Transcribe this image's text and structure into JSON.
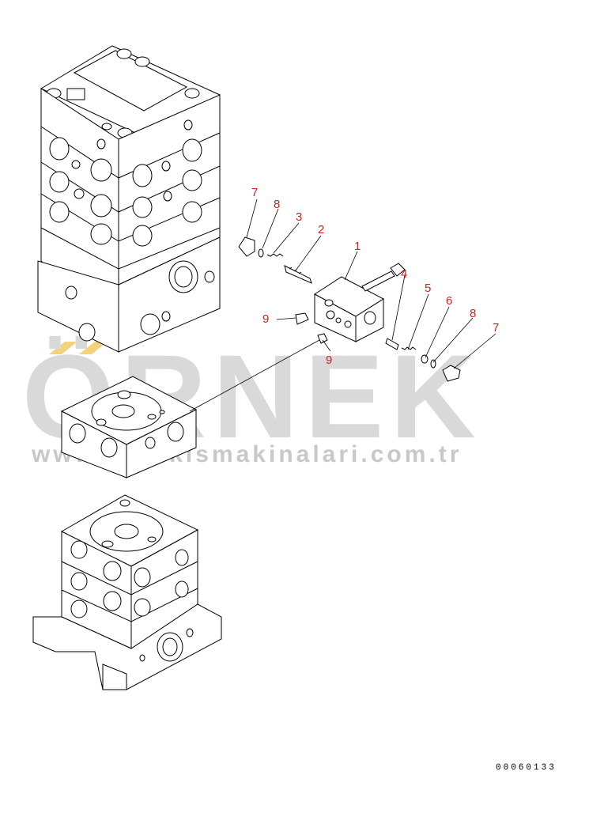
{
  "watermark": {
    "brand": "ÖRNEK",
    "url": "www.ornekismakinalari.com.tr"
  },
  "document_number": "00060133",
  "callouts": [
    {
      "id": "c7a",
      "label": "7"
    },
    {
      "id": "c8a",
      "label": "8"
    },
    {
      "id": "c3",
      "label": "3"
    },
    {
      "id": "c2",
      "label": "2"
    },
    {
      "id": "c1",
      "label": "1"
    },
    {
      "id": "c4",
      "label": "4"
    },
    {
      "id": "c5",
      "label": "5"
    },
    {
      "id": "c6",
      "label": "6"
    },
    {
      "id": "c8b",
      "label": "8"
    },
    {
      "id": "c7b",
      "label": "7"
    },
    {
      "id": "c9a",
      "label": "9"
    },
    {
      "id": "c9b",
      "label": "9"
    }
  ],
  "colors": {
    "callout": "#d21e1e",
    "watermark": "#d9d9d9",
    "watermark_accent": "#f2d27a",
    "line": "#000000"
  }
}
